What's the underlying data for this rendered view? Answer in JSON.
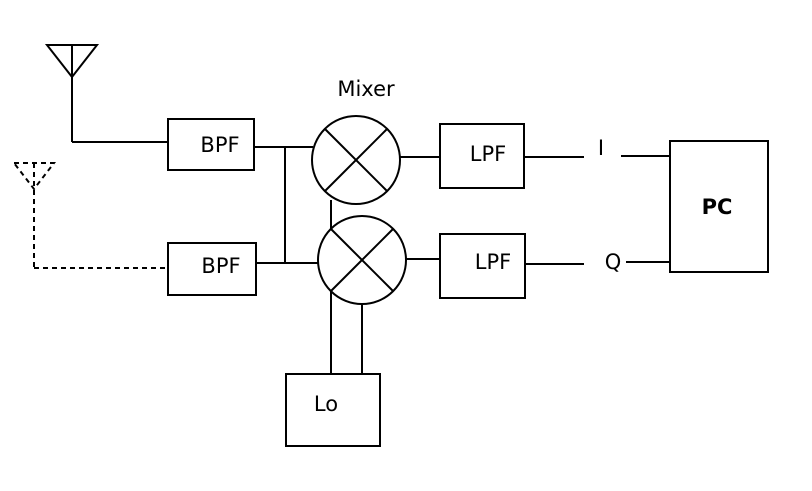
{
  "labels": {
    "mixer": "Mixer",
    "bpf_top": "BPF",
    "bpf_bottom": "BPF",
    "lpf_top": "LPF",
    "lpf_bottom": "LPF",
    "i_output": "I",
    "q_output": "Q",
    "pc": "PC",
    "lo": "Lo"
  }
}
